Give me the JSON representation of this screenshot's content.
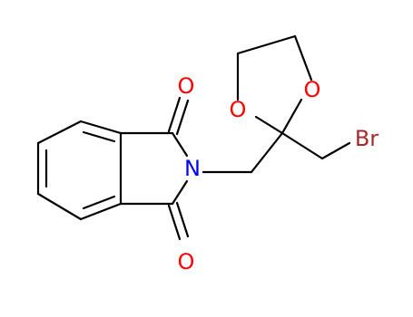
{
  "molecule": {
    "atom_labels": {
      "oxygen_upper": "O",
      "oxygen_lower": "O",
      "nitrogen": "N",
      "dioxolane_oxygen_left": "O",
      "dioxolane_oxygen_right": "O",
      "bromine": "Br"
    },
    "colors": {
      "bond": "#000000",
      "oxygen": "#ff0000",
      "nitrogen": "#0000ff",
      "bromine": "#a52a2a"
    }
  }
}
